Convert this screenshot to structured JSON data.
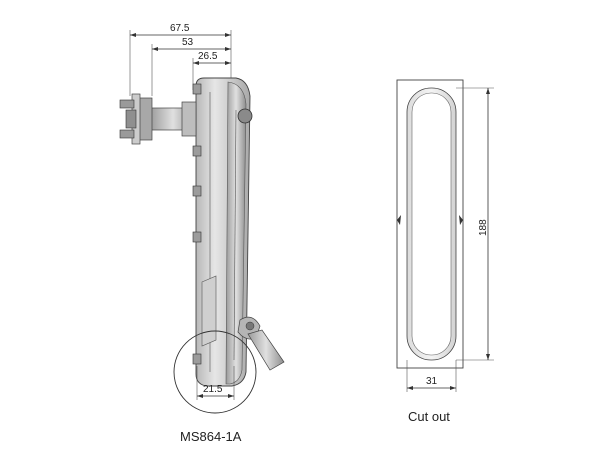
{
  "left_view": {
    "dimensions": {
      "width_67_5": "67.5",
      "width_53": "53",
      "width_26_5": "26.5",
      "width_21_5": "21.5"
    },
    "caption": "MS864-1A"
  },
  "right_view": {
    "dimensions": {
      "height_188": "188",
      "width_31": "31"
    },
    "caption": "Cut out"
  }
}
